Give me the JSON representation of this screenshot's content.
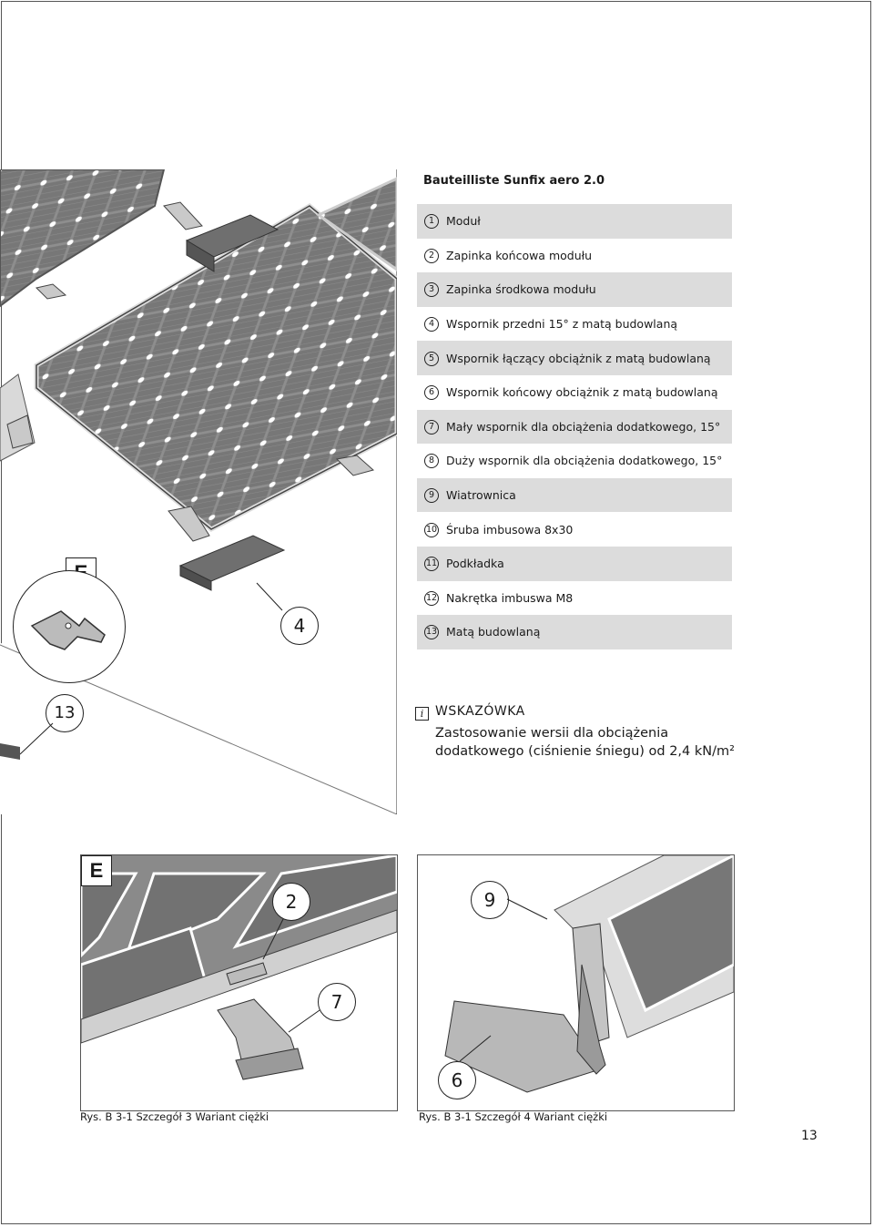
{
  "parts_list": {
    "title": "Bauteilliste Sunfix aero 2.0",
    "items": [
      {
        "num": "1",
        "label": "Moduł"
      },
      {
        "num": "2",
        "label": "Zapinka końcowa modułu"
      },
      {
        "num": "3",
        "label": "Zapinka środkowa modułu"
      },
      {
        "num": "4",
        "label": "Wspornik przedni 15° z matą budowlaną"
      },
      {
        "num": "5",
        "label": "Wspornik łączący obciążnik z matą budowlaną"
      },
      {
        "num": "6",
        "label": "Wspornik końcowy obciążnik  z matą budowlaną"
      },
      {
        "num": "7",
        "label": "Mały wspornik dla obciążenia dodatkowego, 15°"
      },
      {
        "num": "8",
        "label": "Duży wspornik dla obciążenia dodatkowego, 15°"
      },
      {
        "num": "9",
        "label": "Wiatrownica"
      },
      {
        "num": "10",
        "label": "Śruba imbusowa 8x30"
      },
      {
        "num": "11",
        "label": "Podkładka"
      },
      {
        "num": "12",
        "label": "Nakrętka imbuswa M8"
      },
      {
        "num": "13",
        "label": "Matą budowlaną"
      }
    ]
  },
  "hint": {
    "icon": "info-pencil-icon",
    "title": "WSKAZÓWKA",
    "text": "Zastosowanie wersii dla obciążenia dodatkowego (ciśnienie śniegu) od 2,4 kN/m²"
  },
  "main_figure": {
    "detail_marker": "E",
    "callout_4": "4",
    "callout_13": "13"
  },
  "detail_3": {
    "marker": "E",
    "callout_2": "2",
    "callout_7": "7",
    "caption": "Rys. B 3-1 Szczegół 3 Wariant ciężki"
  },
  "detail_4": {
    "callout_9": "9",
    "callout_6": "6",
    "caption": "Rys. B 3-1 Szczegół 4 Wariant ciężki"
  },
  "page_number": "13"
}
